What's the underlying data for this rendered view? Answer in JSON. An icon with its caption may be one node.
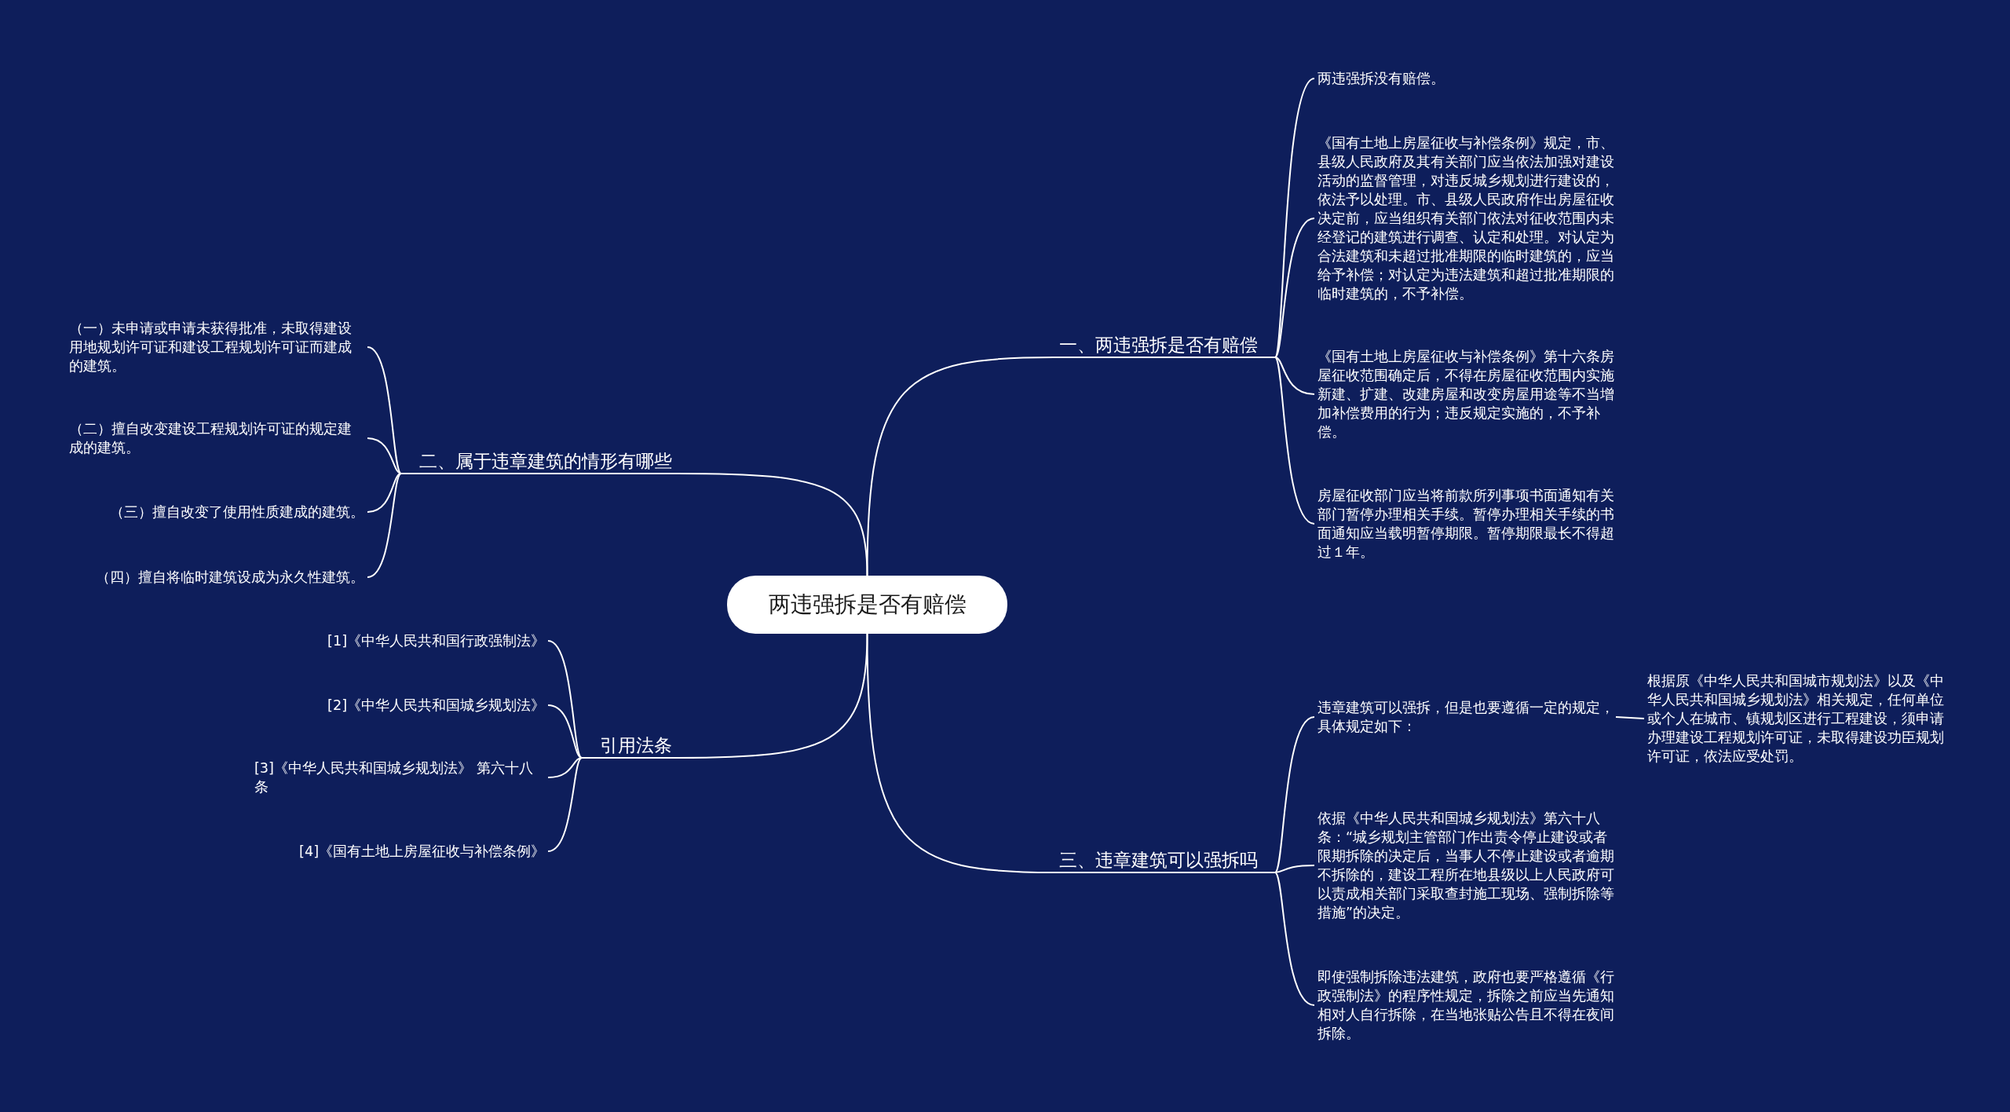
{
  "diagram": {
    "nodes": [
      {
        "text": [
          "两违强拆是否有赔偿"
        ]
      },
      {
        "text": [
          "一、两违强拆是否有赔偿"
        ]
      },
      {
        "text": [
          "两违强拆没有赔偿。"
        ]
      },
      {
        "text": [
          "《国有土地上房屋征收与补偿条例》规定，市、县级人民政府及其有关部门应当依法加强对建设活动的监督管理，对违反城乡规划进行建设的，依法予以处理。市、县级人民政府作出房屋征收决定前，应当组织有关部门依法对征收范围内未经登记的建筑进行调查、认定和处理。对认定为合法建筑和未超过批准期限的临时建筑的，应当给予补偿；对认定为违法建筑和超过批准期限的临时建筑的，不予补偿。"
        ]
      },
      {
        "text": [
          "《国有土地上房屋征收与补偿条例》第十六条房屋征收范围确定后，不得在房屋征收范围内实施新建、扩建、改建房屋和改变房屋用途等不当增加补偿费用的行为；违反规定实施的，不予补偿。"
        ]
      },
      {
        "text": [
          "房屋征收部门应当将前款所列事项书面通知有关部门暂停办理相关手续。暂停办理相关手续的书面通知应当载明暂停期限。暂停期限最长不得超过１年。"
        ]
      },
      {
        "text": [
          "二、属于违章建筑的情形有哪些"
        ]
      },
      {
        "text": [
          "（一）未申请或申请未获得批准，未取得建设用地规划许可证和建设工程规划许可证而建成的建筑。"
        ]
      },
      {
        "text": [
          "（二）擅自改变建设工程规划许可证的规定建成的建筑。"
        ]
      },
      {
        "text": [
          "（三）擅自改变了使用性质建成的建筑。"
        ]
      },
      {
        "text": [
          "（四）擅自将临时建筑设成为永久性建筑。"
        ]
      },
      {
        "text": [
          "引用法条"
        ]
      },
      {
        "text": [
          "[1]《中华人民共和国行政强制法》"
        ]
      },
      {
        "text": [
          "[2]《中华人民共和国城乡规划法》"
        ]
      },
      {
        "text": [
          "[3]《中华人民共和国城乡规划法》 第六十八条"
        ]
      },
      {
        "text": [
          "[4]《国有土地上房屋征收与补偿条例》"
        ]
      },
      {
        "text": [
          "三、违章建筑可以强拆吗"
        ]
      },
      {
        "text": [
          "违章建筑可以强拆，但是也要遵循一定的规定，具体规定如下："
        ]
      },
      {
        "text": [
          "依据《中华人民共和国城乡规划法》第六十八条：“城乡规划主管部门作出责令停止建设或者限期拆除的决定后，当事人不停止建设或者逾期不拆除的，建设工程所在地县级以上人民政府可以责成相关部门采取查封施工现场、强制拆除等措施”的决定。"
        ]
      },
      {
        "text": [
          "即使强制拆除违法建筑，政府也要严格遵循《行政强制法》的程序性规定，拆除之前应当先通知相对人自行拆除，在当地张贴公告且不得在夜间拆除。"
        ]
      },
      {
        "text": [
          "根据原《中华人民共和国城市规划法》以及《中华人民共和国城乡规划法》相关规定，任何单位或个人在城市、镇规划区进行工程建设，须申请办理建设工程规划许可证，未取得建设功臣规划许可证，依法应受处罚。"
        ]
      }
    ],
    "edges": [
      {
        "from": 0,
        "to": 1,
        "arrow": "none"
      },
      {
        "from": 0,
        "to": 6,
        "arrow": "none"
      },
      {
        "from": 0,
        "to": 11,
        "arrow": "none"
      },
      {
        "from": 0,
        "to": 16,
        "arrow": "none"
      },
      {
        "from": 1,
        "to": 2,
        "arrow": "none"
      },
      {
        "from": 1,
        "to": 3,
        "arrow": "none"
      },
      {
        "from": 1,
        "to": 4,
        "arrow": "none"
      },
      {
        "from": 1,
        "to": 5,
        "arrow": "none"
      },
      {
        "from": 6,
        "to": 7,
        "arrow": "none"
      },
      {
        "from": 6,
        "to": 8,
        "arrow": "none"
      },
      {
        "from": 6,
        "to": 9,
        "arrow": "none"
      },
      {
        "from": 6,
        "to": 10,
        "arrow": "none"
      },
      {
        "from": 11,
        "to": 12,
        "arrow": "none"
      },
      {
        "from": 11,
        "to": 13,
        "arrow": "none"
      },
      {
        "from": 11,
        "to": 14,
        "arrow": "none"
      },
      {
        "from": 11,
        "to": 15,
        "arrow": "none"
      },
      {
        "from": 16,
        "to": 17,
        "arrow": "none"
      },
      {
        "from": 16,
        "to": 18,
        "arrow": "none"
      },
      {
        "from": 16,
        "to": 19,
        "arrow": "none"
      },
      {
        "from": 17,
        "to": 20,
        "arrow": "none"
      }
    ]
  }
}
